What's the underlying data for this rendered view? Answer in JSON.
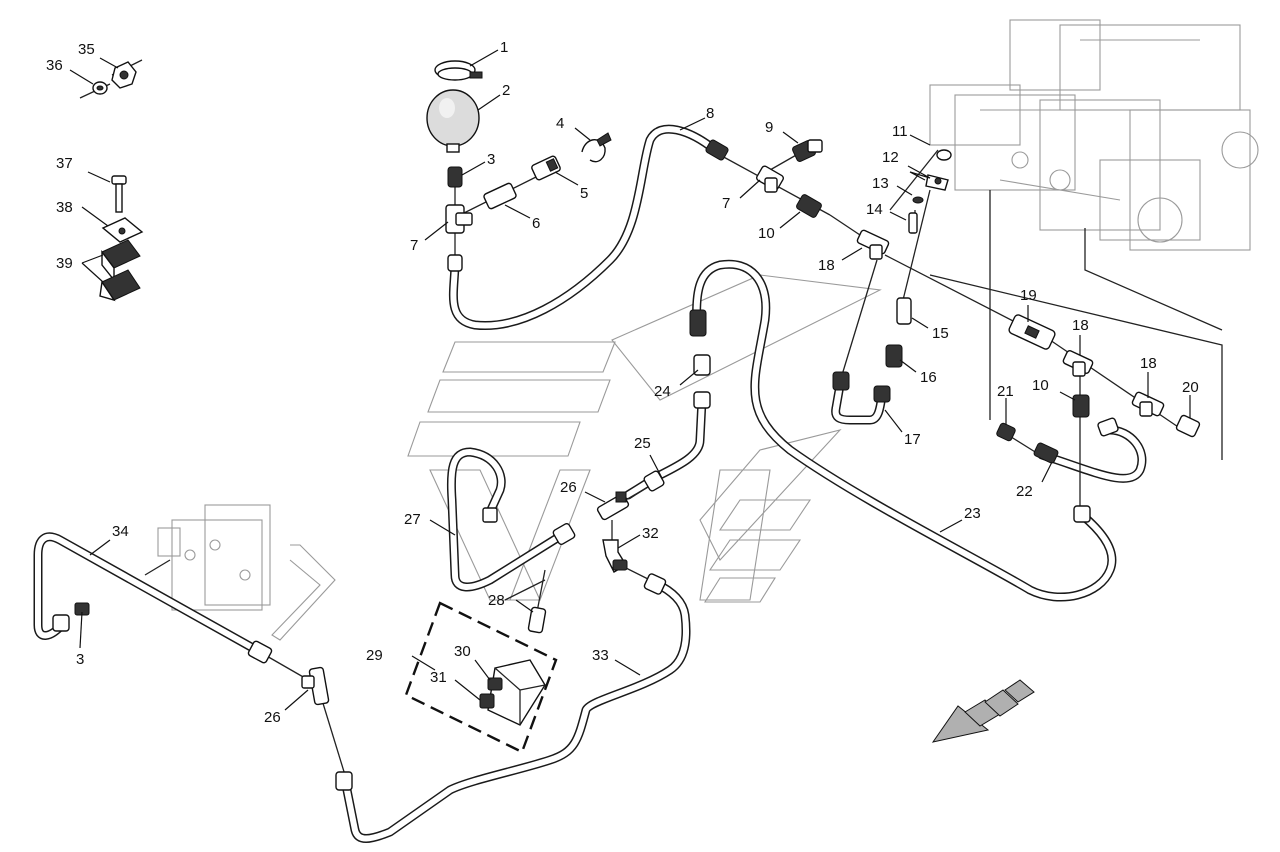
{
  "labels": [
    {
      "id": "l1",
      "text": "1"
    },
    {
      "id": "l2",
      "text": "2"
    },
    {
      "id": "l3a",
      "text": "3"
    },
    {
      "id": "l4",
      "text": "4"
    },
    {
      "id": "l5",
      "text": "5"
    },
    {
      "id": "l6",
      "text": "6"
    },
    {
      "id": "l7a",
      "text": "7"
    },
    {
      "id": "l8",
      "text": "8"
    },
    {
      "id": "l9",
      "text": "9"
    },
    {
      "id": "l7b",
      "text": "7"
    },
    {
      "id": "l10a",
      "text": "10"
    },
    {
      "id": "l11",
      "text": "11"
    },
    {
      "id": "l12",
      "text": "12"
    },
    {
      "id": "l13",
      "text": "13"
    },
    {
      "id": "l14",
      "text": "14"
    },
    {
      "id": "l18a",
      "text": "18"
    },
    {
      "id": "l15",
      "text": "15"
    },
    {
      "id": "l16",
      "text": "16"
    },
    {
      "id": "l17",
      "text": "17"
    },
    {
      "id": "l19",
      "text": "19"
    },
    {
      "id": "l18b",
      "text": "18"
    },
    {
      "id": "l18c",
      "text": "18"
    },
    {
      "id": "l10b",
      "text": "10"
    },
    {
      "id": "l21",
      "text": "21"
    },
    {
      "id": "l20",
      "text": "20"
    },
    {
      "id": "l22",
      "text": "22"
    },
    {
      "id": "l23",
      "text": "23"
    },
    {
      "id": "l24",
      "text": "24"
    },
    {
      "id": "l25",
      "text": "25"
    },
    {
      "id": "l26a",
      "text": "26"
    },
    {
      "id": "l27",
      "text": "27"
    },
    {
      "id": "l32",
      "text": "32"
    },
    {
      "id": "l28",
      "text": "28"
    },
    {
      "id": "l29",
      "text": "29"
    },
    {
      "id": "l30",
      "text": "30"
    },
    {
      "id": "l31",
      "text": "31"
    },
    {
      "id": "l33",
      "text": "33"
    },
    {
      "id": "l34",
      "text": "34"
    },
    {
      "id": "l3b",
      "text": "3"
    },
    {
      "id": "l26b",
      "text": "26"
    },
    {
      "id": "l35",
      "text": "35"
    },
    {
      "id": "l36",
      "text": "36"
    },
    {
      "id": "l37",
      "text": "37"
    },
    {
      "id": "l38",
      "text": "38"
    },
    {
      "id": "l39",
      "text": "39"
    }
  ],
  "colors": {
    "line": "#1a1a1a",
    "ghost": "#9a9a9a",
    "arrow": "#b0b0b0"
  },
  "icons": {
    "direction": "direction-arrow-icon"
  }
}
